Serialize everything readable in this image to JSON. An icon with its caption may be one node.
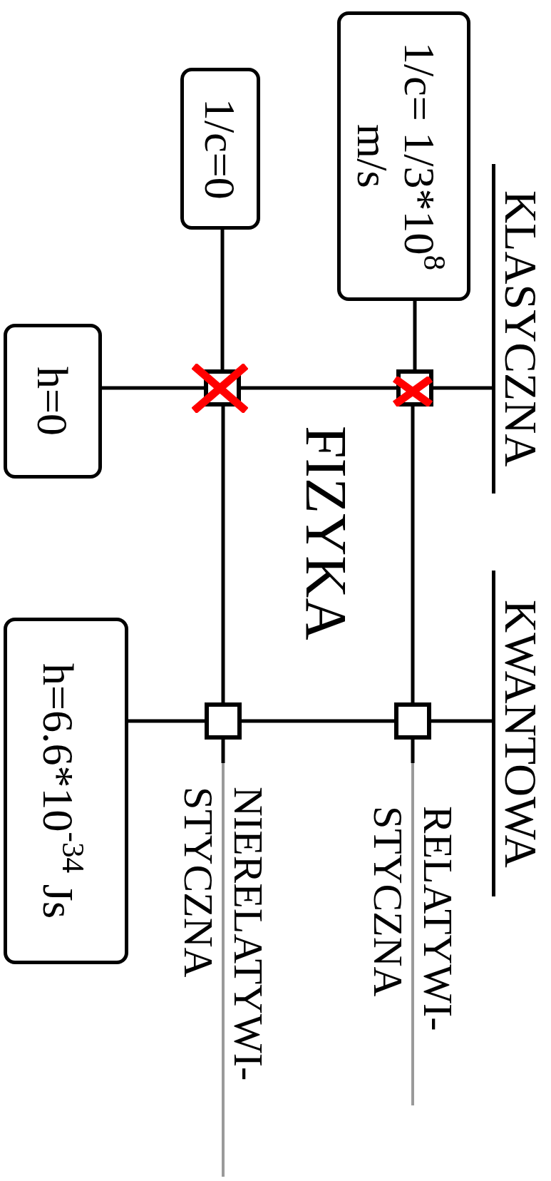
{
  "diagram": {
    "nodes": [
      {
        "text": [
          "1/c= 1/3*10$^{8}$ m/s"
        ]
      },
      {
        "text": [
          "1/c=0"
        ]
      },
      {
        "text": [
          "h=0"
        ]
      },
      {
        "text": [
          "h=6.6*10$^{-34}$ Js"
        ]
      },
      {
        "text": [
          "KLASYCZNA"
        ]
      },
      {
        "text": [
          "KWANTOWA"
        ]
      },
      {
        "text": [
          "RELATYWI- STYCZNA"
        ]
      },
      {
        "text": [
          "NIERELATYWI- STYCZNA"
        ]
      },
      {
        "text": [],
        "shape": "box"
      },
      {
        "text": [],
        "shape": "box"
      },
      {
        "text": [],
        "shape": "box"
      },
      {
        "text": [],
        "shape": "box"
      }
    ],
    "edges": [
      {
        "from": 0,
        "to": 8,
        "arrow": "none"
      },
      {
        "from": 1,
        "to": 9,
        "arrow": "none"
      },
      {
        "from": 2,
        "to": 9,
        "arrow": "none"
      },
      {
        "from": 9,
        "to": 8,
        "arrow": "none"
      },
      {
        "from": 8,
        "to": 4,
        "arrow": "none"
      },
      {
        "from": 3,
        "to": 11,
        "arrow": "none"
      },
      {
        "from": 11,
        "to": 10,
        "arrow": "none"
      },
      {
        "from": 10,
        "to": 5,
        "arrow": "none"
      },
      {
        "from": 9,
        "to": 11,
        "arrow": "none"
      },
      {
        "from": 8,
        "to": 10,
        "arrow": "none"
      },
      {
        "from": 10,
        "to": 6,
        "arrow": "none"
      },
      {
        "from": 11,
        "to": 7,
        "arrow": "none"
      }
    ],
    "labels": [
      "FIZYKA"
    ]
  }
}
